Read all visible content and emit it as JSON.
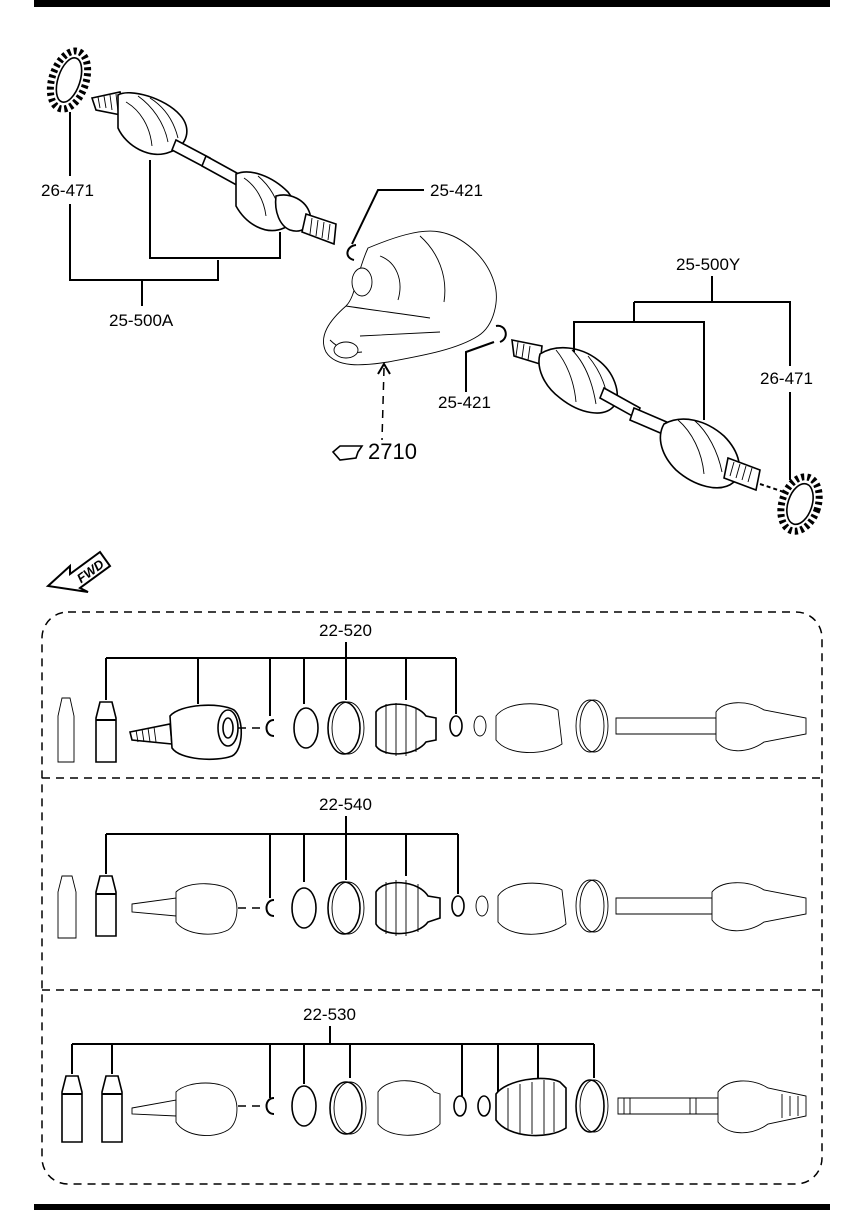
{
  "labels": {
    "ring_upper_left": "26-471",
    "assembly_left": "25-500A",
    "clip_upper": "25-421",
    "assembly_right": "25-500Y",
    "ring_lower_right": "26-471",
    "clip_lower": "25-421",
    "differential_ref": "2710",
    "fwd": "FWD",
    "kit_1": "22-520",
    "kit_2": "22-540",
    "kit_3": "22-530"
  }
}
